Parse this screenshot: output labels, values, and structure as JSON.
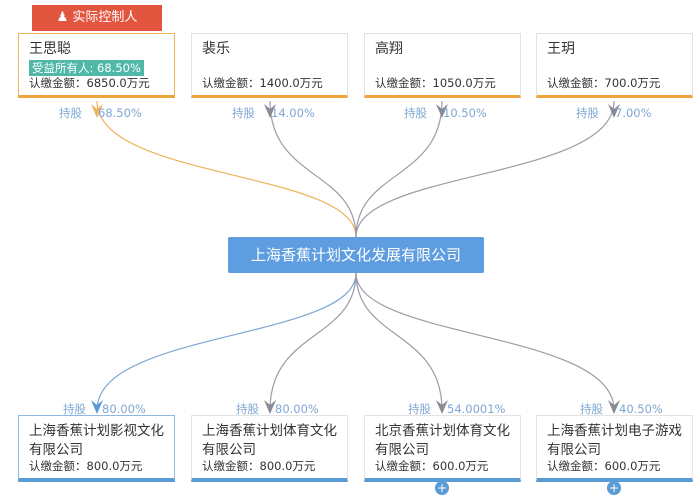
{
  "controller_tag": "实际控制人",
  "center": "上海香蕉计划文化发展有限公司",
  "share_label": "持股",
  "amount_label": "认缴金额：",
  "shareholders": [
    {
      "name": "王思聪",
      "badge": "受益所有人: 68.50%",
      "amount": "6850.0万元",
      "pct": "68.50%"
    },
    {
      "name": "裴乐",
      "amount": "1400.0万元",
      "pct": "14.00%"
    },
    {
      "name": "高翔",
      "amount": "1050.0万元",
      "pct": "10.50%"
    },
    {
      "name": "王玥",
      "amount": "700.0万元",
      "pct": "7.00%"
    }
  ],
  "investments": [
    {
      "name": "上海香蕉计划影视文化有限公司",
      "amount": "800.0万元",
      "pct": "80.00%"
    },
    {
      "name": "上海香蕉计划体育文化有限公司",
      "amount": "800.0万元",
      "pct": "80.00%"
    },
    {
      "name": "北京香蕉计划体育文化有限公司",
      "amount": "600.0万元",
      "pct": "54.0001%",
      "expand": "+"
    },
    {
      "name": "上海香蕉计划电子游戏有限公司",
      "amount": "600.0万元",
      "pct": "40.50%",
      "expand": "+"
    }
  ],
  "colors": {
    "controller": "#f0a53c",
    "link": "#9a9aa8",
    "center": "#5e9ee0",
    "ribbon": "#e2553f"
  }
}
